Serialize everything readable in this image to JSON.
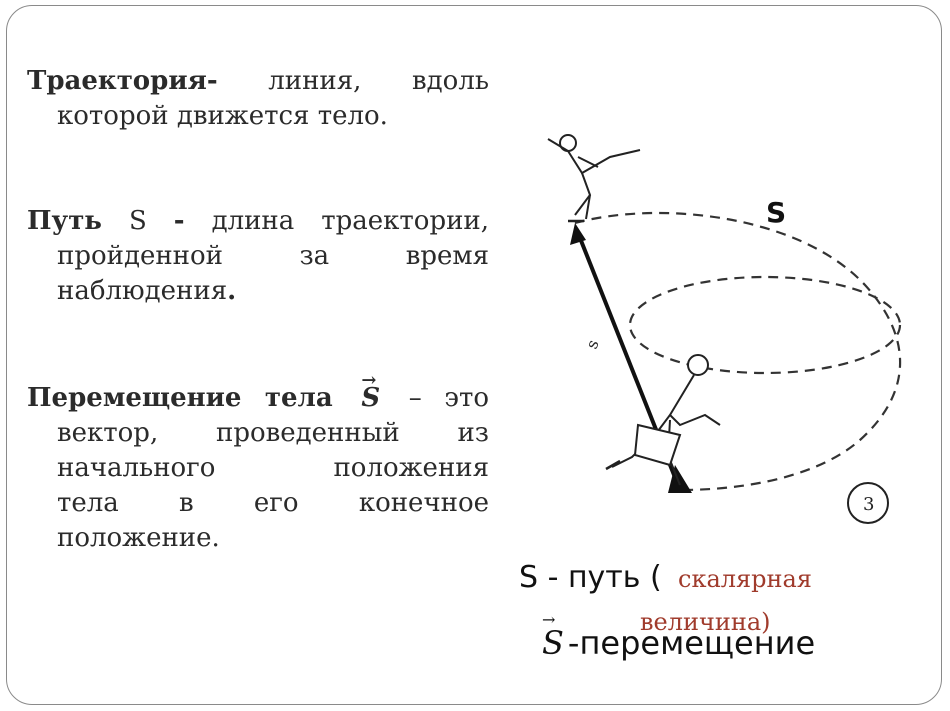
{
  "definitions": {
    "trajectory": {
      "term": "Траектория-",
      "line1_rest": "линия, вдоль",
      "line2": "которой движется тело."
    },
    "path": {
      "term": "Путь",
      "symbol": "S",
      "dash": "-",
      "line1_rest": "длина траектории,",
      "line2": "пройденной за время",
      "line3": "наблюдения",
      "line3_end": "."
    },
    "displacement": {
      "term": "Перемещение тела",
      "symbol": "S",
      "arrow": "→",
      "line1_rest": "– это",
      "line2": "вектор, проведенный из",
      "line3": "начального положения",
      "line4": "тела в его конечное",
      "line5": "положение."
    }
  },
  "figure": {
    "path_label": "S",
    "vector_label": "s",
    "circle_number": "3"
  },
  "legend": {
    "path_line": "S - путь (",
    "path_note_1": "скалярная",
    "path_note_2": "величина)",
    "vector_symbol": "S",
    "vector_arrow": "→",
    "vector_text": "-перемещение"
  },
  "colors": {
    "accent_red": "#a03b2c",
    "text": "#2b2b2b",
    "frame": "#8a8a8a"
  }
}
